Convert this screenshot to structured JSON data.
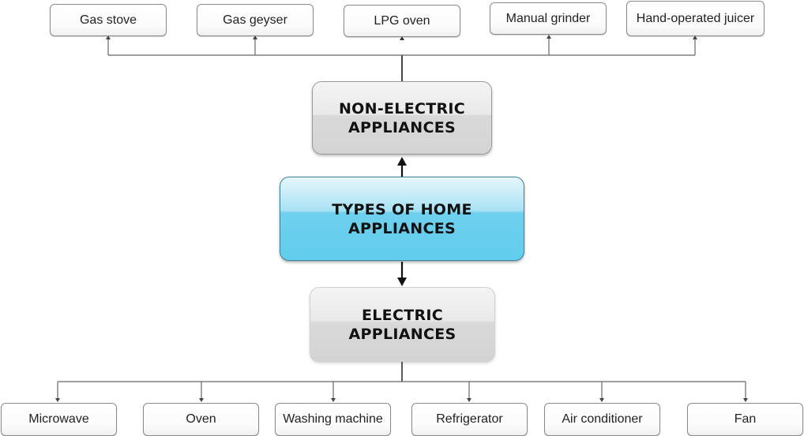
{
  "diagram": {
    "root": {
      "line1": "TYPES OF HOME",
      "line2": "APPLIANCES"
    },
    "non_electric": {
      "line1": "NON-ELECTRIC",
      "line2": "APPLIANCES",
      "items": [
        "Gas stove",
        "Gas geyser",
        "LPG oven",
        "Manual grinder",
        "Hand-operated juicer"
      ]
    },
    "electric": {
      "line1": "ELECTRIC",
      "line2": "APPLIANCES",
      "items": [
        "Microwave",
        "Oven",
        "Washing machine",
        "Refrigerator",
        "Air conditioner",
        "Fan"
      ]
    }
  },
  "colors": {
    "root_fill": "#62cdee",
    "category_fill": "#d9d9d9",
    "connector": "#555555"
  }
}
